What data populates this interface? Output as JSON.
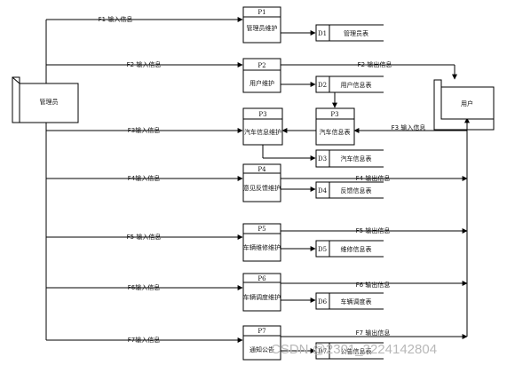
{
  "entities": {
    "admin": "管理员",
    "user": "用户"
  },
  "processes": [
    {
      "id": "P1",
      "name": "管理员维护"
    },
    {
      "id": "P2",
      "name": "用户维护"
    },
    {
      "id": "P3",
      "name": "汽车信息维护"
    },
    {
      "id": "P3",
      "name": "汽车信息表"
    },
    {
      "id": "P4",
      "name": "意见反馈维护"
    },
    {
      "id": "P5",
      "name": "车辆维修维护"
    },
    {
      "id": "P6",
      "name": "车辆调度维护"
    },
    {
      "id": "P7",
      "name": "通知公告"
    }
  ],
  "stores": [
    {
      "id": "D1",
      "name": "管理员表"
    },
    {
      "id": "D2",
      "name": "用户信息表"
    },
    {
      "id": "D3",
      "name": "汽车信息表"
    },
    {
      "id": "D4",
      "name": "反馈信息表"
    },
    {
      "id": "D5",
      "name": "维修信息表"
    },
    {
      "id": "D6",
      "name": "车辆调度表"
    },
    {
      "id": "D7",
      "name": "公告信息表"
    }
  ],
  "flows_in": [
    "F1 输入信息",
    "F2 输入信息",
    "F3输入信息",
    "F4输入信息",
    "F5 输入信息",
    "F6输入信息",
    "F7输入信息"
  ],
  "flows_out": [
    "F2 输出信息",
    "F3 输入信息",
    "F4 输出信息",
    "F5 输出信息",
    "F6 输出信息",
    "F7 输出信息"
  ],
  "watermark": "CSDN @2301_3224142804"
}
